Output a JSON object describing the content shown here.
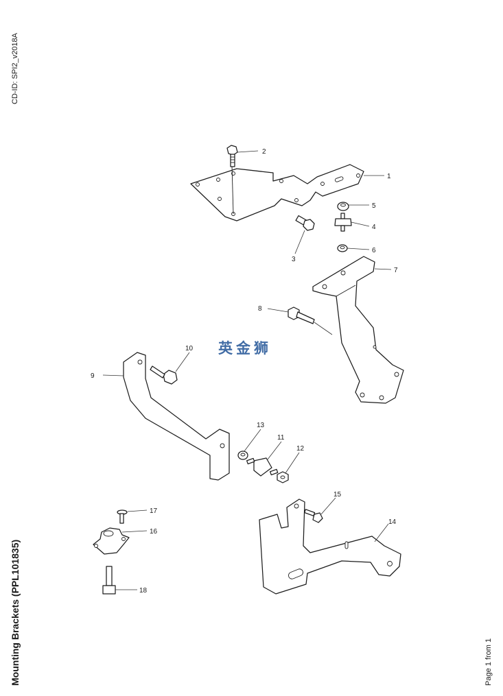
{
  "cd_id": "CD-ID: SPI2_v2018A",
  "title": "Mounting Brackets (PPL101835)",
  "page_info": "Page 1 from 1",
  "watermark": "英金狮",
  "callouts": [
    "1",
    "2",
    "3",
    "4",
    "5",
    "6",
    "7",
    "8",
    "9",
    "10",
    "11",
    "12",
    "13",
    "14",
    "15",
    "16",
    "17",
    "18"
  ]
}
